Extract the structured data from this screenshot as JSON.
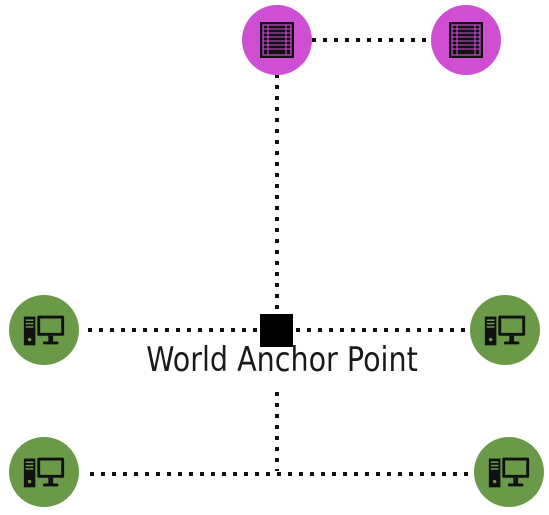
{
  "diagram": {
    "anchor_label": "World Anchor Point",
    "colors": {
      "server_fill": "#cf4fd3",
      "computer_fill": "#6a9a48",
      "icon": "#111111",
      "line": "#111111",
      "anchor": "#000000",
      "text": "#1a1a1a"
    },
    "nodes": [
      {
        "id": "server-top-left",
        "kind": "server",
        "icon": "server-rack-icon"
      },
      {
        "id": "server-top-right",
        "kind": "server",
        "icon": "server-rack-icon"
      },
      {
        "id": "computer-middle-left",
        "kind": "computer",
        "icon": "desktop-computer-icon"
      },
      {
        "id": "computer-middle-right",
        "kind": "computer",
        "icon": "desktop-computer-icon"
      },
      {
        "id": "computer-bottom-left",
        "kind": "computer",
        "icon": "desktop-computer-icon"
      },
      {
        "id": "computer-bottom-right",
        "kind": "computer",
        "icon": "desktop-computer-icon"
      }
    ],
    "anchor": {
      "id": "world-anchor-point",
      "shape": "square"
    }
  }
}
